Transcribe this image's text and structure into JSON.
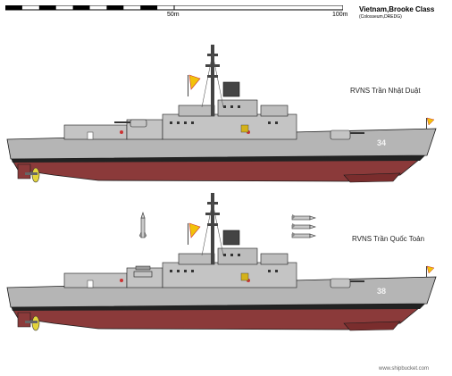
{
  "scale": {
    "mid_label": "50m",
    "end_label": "100m"
  },
  "header": {
    "title": "Vietnam,Brooke Class",
    "subtitle": "(Colosseum,DREDG)"
  },
  "ships": [
    {
      "name": "RVNS Trần Nhật Duật",
      "hull_number": "34"
    },
    {
      "name": "RVNS Trần Quốc Toản",
      "hull_number": "38"
    }
  ],
  "credit": "www.shipbucket.com",
  "colors": {
    "hull_grey": "#b5b5b5",
    "boot_red": "#8b3a3a",
    "outline": "#1a1a1a",
    "propeller": "#e3d43b",
    "flag_yellow": "#f2c20a"
  }
}
